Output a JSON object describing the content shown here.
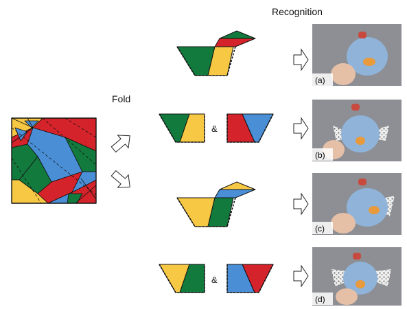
{
  "header": {
    "recognition_label": "Recognition",
    "fold_label": "Fold"
  },
  "connector": "&",
  "colors": {
    "red": "#d4232a",
    "green": "#137a3d",
    "yellow": "#f7c843",
    "blue": "#4a8fd6",
    "outline": "#111111"
  },
  "rows": [
    {
      "photo_label": "(a)",
      "shape": "duck-red-head"
    },
    {
      "photo_label": "(b)",
      "shape": "pair-green-yellow-and-red-blue"
    },
    {
      "photo_label": "(c)",
      "shape": "duck-yellow-head"
    },
    {
      "photo_label": "(d)",
      "shape": "pair-yellow-green-and-blue-red"
    }
  ]
}
